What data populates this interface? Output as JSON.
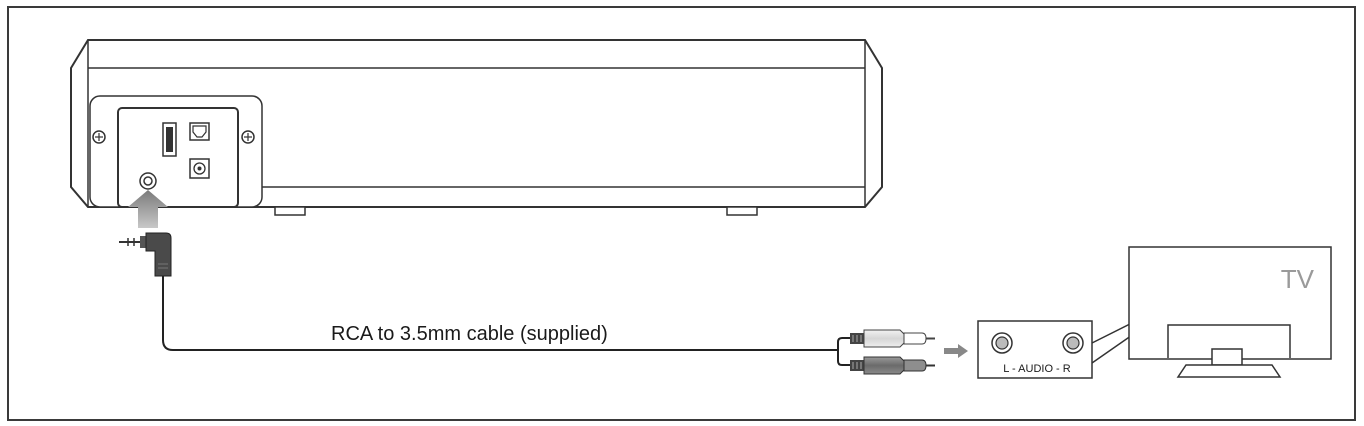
{
  "labels": {
    "cable": "RCA to 3.5mm cable (supplied)",
    "tv": "TV",
    "audio_port": "L - AUDIO - R"
  }
}
